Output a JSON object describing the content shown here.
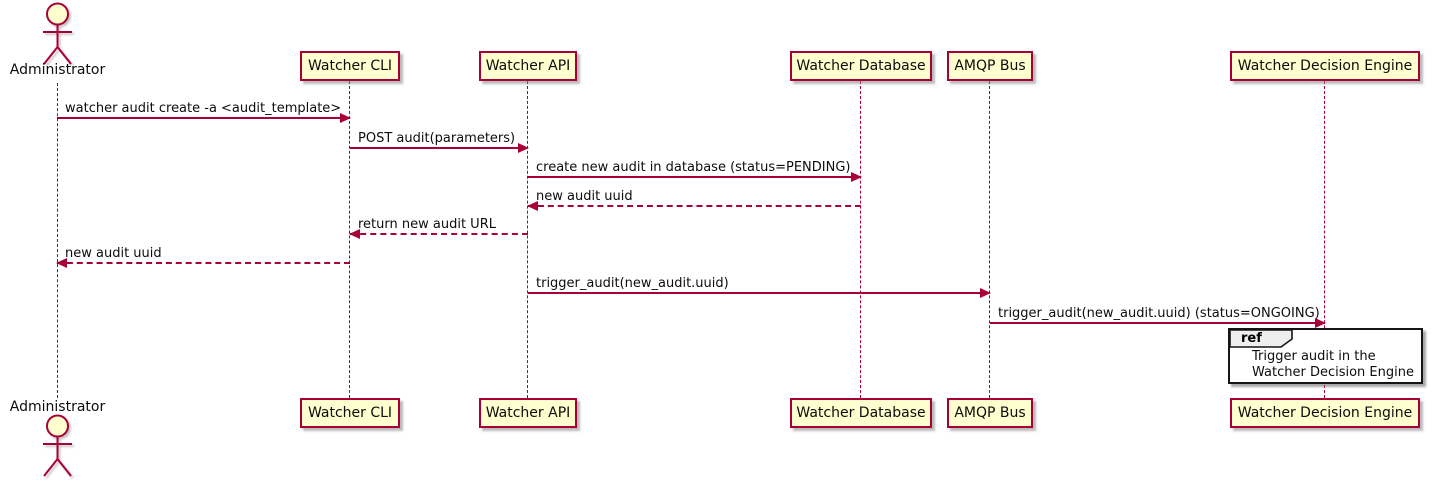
{
  "diagram": {
    "type": "sequence-diagram",
    "colors": {
      "participant_fill": "#FEFECE",
      "participant_border": "#A80036",
      "lifeline": "#A80036",
      "arrow": "#A80036",
      "text": "#0D0D0D",
      "ref_fill": "#FFFFFF",
      "ref_border": "#151515",
      "ref_tab_fill": "#EEEEEE"
    },
    "actor": {
      "name": "Administrator"
    },
    "participants": [
      {
        "name": "Watcher CLI"
      },
      {
        "name": "Watcher API"
      },
      {
        "name": "Watcher Database"
      },
      {
        "name": "AMQP Bus"
      },
      {
        "name": "Watcher Decision Engine"
      }
    ],
    "messages": [
      {
        "label": "watcher audit create -a <audit_template>",
        "from": "Administrator",
        "to": "Watcher CLI",
        "style": "solid"
      },
      {
        "label": "POST audit(parameters)",
        "from": "Watcher CLI",
        "to": "Watcher API",
        "style": "solid"
      },
      {
        "label": "create new audit in database (status=PENDING)",
        "from": "Watcher API",
        "to": "Watcher Database",
        "style": "solid"
      },
      {
        "label": "new audit uuid",
        "from": "Watcher Database",
        "to": "Watcher API",
        "style": "dashed"
      },
      {
        "label": "return new audit URL",
        "from": "Watcher API",
        "to": "Watcher CLI",
        "style": "dashed"
      },
      {
        "label": "new audit uuid",
        "from": "Watcher CLI",
        "to": "Administrator",
        "style": "dashed"
      },
      {
        "label": "trigger_audit(new_audit.uuid)",
        "from": "Watcher API",
        "to": "AMQP Bus",
        "style": "solid"
      },
      {
        "label": "trigger_audit(new_audit.uuid) (status=ONGOING)",
        "from": "AMQP Bus",
        "to": "Watcher Decision Engine",
        "style": "solid"
      }
    ],
    "ref_fragment": {
      "keyword": "ref",
      "over": "Watcher Decision Engine",
      "lines": {
        "0": "Trigger audit in the",
        "1": "Watcher Decision Engine"
      }
    }
  }
}
